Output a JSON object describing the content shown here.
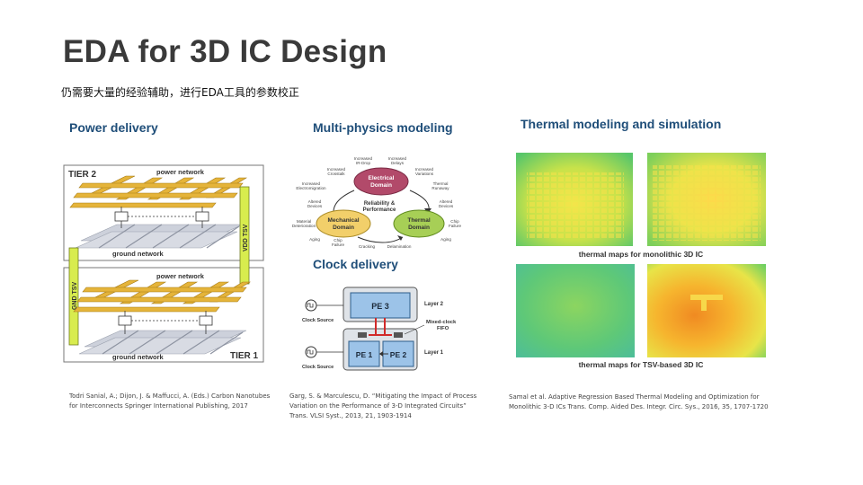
{
  "title": "EDA for 3D IC Design",
  "subtitle": "仍需要大量的经验辅助，进行EDA工具的参数校正",
  "sections": {
    "power": {
      "heading": "Power delivery",
      "tier2": "TIER 2",
      "tier1": "TIER 1",
      "power_network_top": "power network",
      "ground_network_top": "ground network",
      "power_network_bottom": "power network",
      "ground_network_bottom": "ground network",
      "vdd_tsv": "VDD TSV",
      "gnd_tsv": "GND TSV",
      "reference": "Todri Sanial, A.; Dijon, J. & Maffucci, A. (Eds.) Carbon Nanotubes for Interconnects Springer International Publishing, 2017"
    },
    "multiphysics": {
      "heading": "Multi-physics modeling",
      "electrical": "Electrical Domain",
      "mechanical": "Mechanical Domain",
      "thermal": "Thermal Domain",
      "center": "Reliability & Performance",
      "labels": [
        "Increased IR-Drop",
        "Increased Delays",
        "Increased Crosstalk",
        "Thermal Runaway",
        "Increased Electromigration",
        "Altered Devices",
        "Altered Devices",
        "Material Deterioration",
        "Chip Failure",
        "Aging",
        "Aging",
        "Chip Failure",
        "Cracking",
        "Delamination",
        "Increased Variations"
      ]
    },
    "clock": {
      "heading": "Clock delivery",
      "pe3": "PE 3",
      "pe1": "PE 1",
      "pe2": "PE 2",
      "layer2": "Layer 2",
      "layer1": "Layer 1",
      "fifo": "Mixed-clock FIFO",
      "clock_source_top": "Clock Source",
      "clock_source_bottom": "Clock Source",
      "reference": "Garg, S. & Marculescu, D. “Mitigating the Impact of Process Variation on the Performance of 3-D Integrated Circuits” Trans. VLSI Syst., 2013, 21, 1903-1914"
    },
    "thermal": {
      "heading": "Thermal modeling and simulation",
      "caption_top": "thermal maps for monolithic 3D IC",
      "caption_bottom": "thermal maps for TSV-based 3D IC",
      "reference": "Samal et al. Adaptive Regression Based Thermal Modeling and Optimization for Monolithic 3-D ICs Trans. Comp. Aided Des. Integr. Circ. Sys., 2016, 35, 1707-1720"
    }
  },
  "colors": {
    "heading": "#1f4e79",
    "power_grid": "#e5b43a",
    "ground_grid": "#c9ccd6",
    "tsv": "#d8ec4e"
  }
}
